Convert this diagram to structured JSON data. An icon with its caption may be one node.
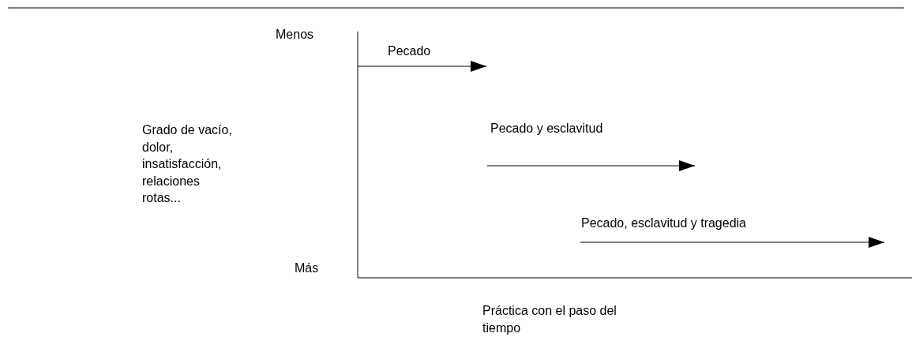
{
  "diagram": {
    "labels": [
      "Menos",
      "Pecado",
      "Grado de vacío, dolor, insatisfacción, relaciones rotas...",
      "Pecado y esclavitud",
      "Pecado, esclavitud y tragedia",
      "Más",
      "Práctica con el paso del tiempo"
    ]
  }
}
